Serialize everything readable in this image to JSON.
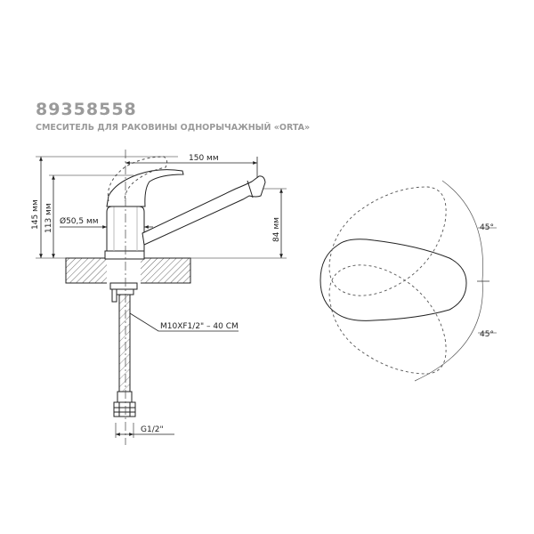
{
  "header": {
    "code": "89358558",
    "subtitle": "СМЕСИТЕЛЬ ДЛЯ РАКОВИНЫ ОДНОРЫЧАЖНЫЙ «ORTA»"
  },
  "dimensions": {
    "spout_reach": "150 мм",
    "total_height": "145 мм",
    "body_height": "113 мм",
    "body_diameter": "Ø50,5 мм",
    "spout_height": "84 мм",
    "hose_thread": "M10XF1/2\" – 40 СМ",
    "inlet_thread": "G1/2\""
  },
  "lever_angles": {
    "upper": "45°",
    "lower": "45°"
  },
  "colors": {
    "title_gray": "#9a9a9a",
    "line": "#222222",
    "dashed": "#555555"
  }
}
